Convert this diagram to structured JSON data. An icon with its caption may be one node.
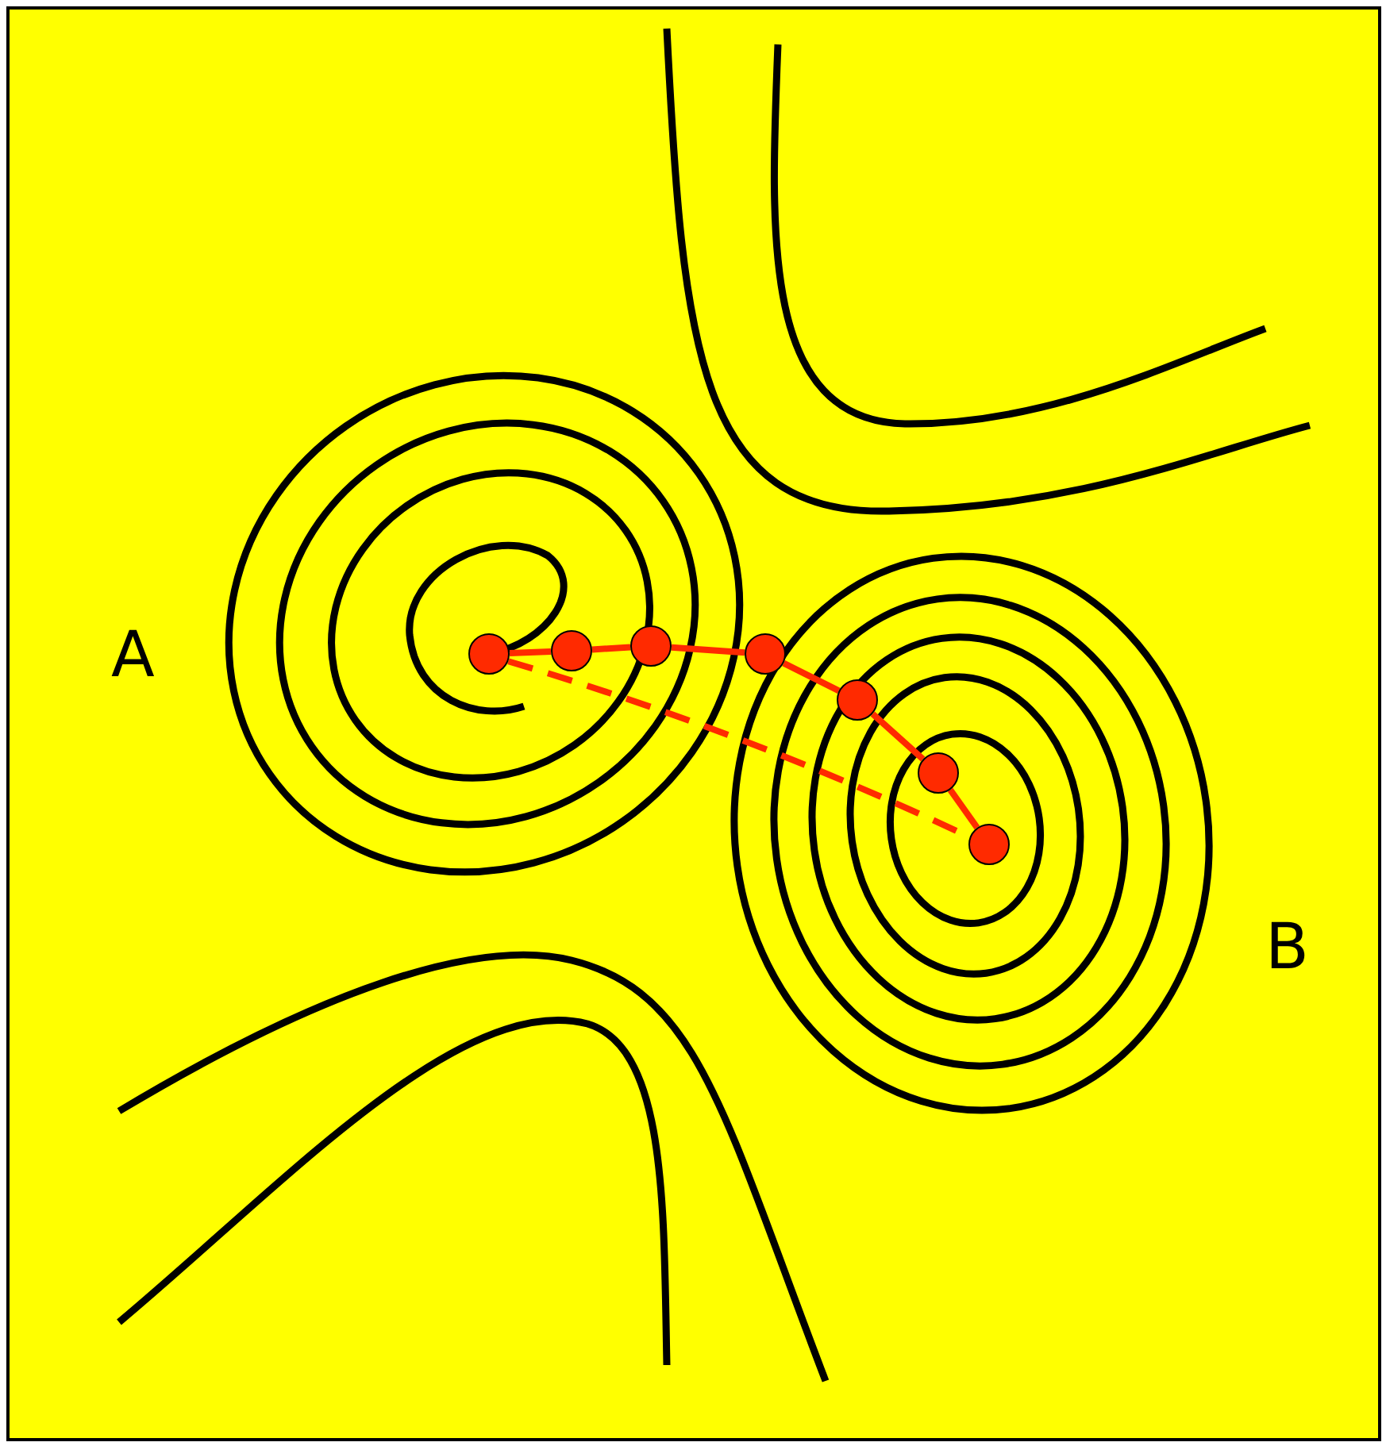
{
  "diagram": {
    "nodes": [
      {
        "text": [],
        "shape": "circle"
      },
      {
        "text": [],
        "shape": "circle"
      },
      {
        "text": [],
        "shape": "circle"
      },
      {
        "text": [],
        "shape": "circle"
      },
      {
        "text": [],
        "shape": "circle"
      },
      {
        "text": [],
        "shape": "circle"
      },
      {
        "text": [],
        "shape": "circle"
      }
    ],
    "edges": [
      {
        "from": 0,
        "to": 1,
        "arrow": "none"
      },
      {
        "from": 1,
        "to": 2,
        "arrow": "none"
      },
      {
        "from": 2,
        "to": 3,
        "arrow": "none"
      },
      {
        "from": 3,
        "to": 4,
        "arrow": "none"
      },
      {
        "from": 4,
        "to": 5,
        "arrow": "none"
      },
      {
        "from": 5,
        "to": 6,
        "arrow": "none"
      },
      {
        "from": 0,
        "to": 6,
        "arrow": "none",
        "style": "dashed"
      }
    ],
    "labels": [
      "A",
      "B"
    ]
  }
}
